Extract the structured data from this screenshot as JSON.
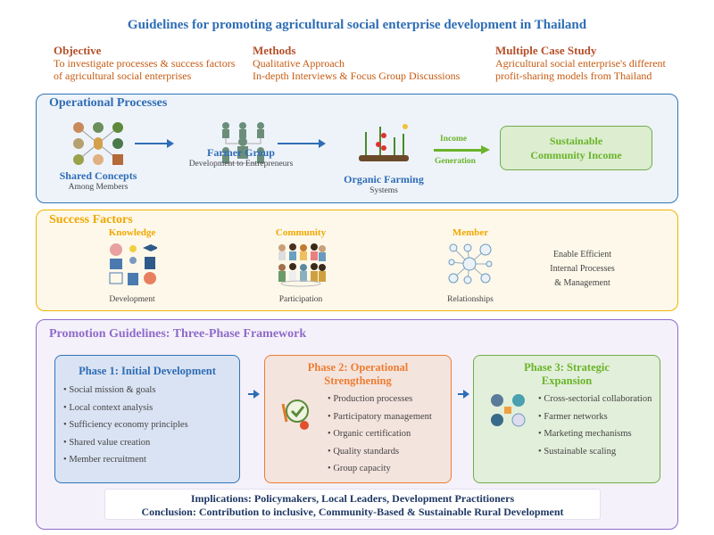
{
  "title": "Guidelines for promoting  agricultural  social enterprise development in Thailand",
  "header": [
    {
      "heading": "Objective",
      "lines": [
        "To investigate processes & success factors",
        "of agricultural social enterprises"
      ]
    },
    {
      "heading": "Methods",
      "lines": [
        "Qualitative Approach",
        "In-depth Interviews & Focus Group Discussions"
      ]
    },
    {
      "heading": "Multiple  Case Study",
      "lines": [
        "Agricultural social enterprise's different",
        "profit-sharing models from Thailand"
      ]
    }
  ],
  "operational": {
    "title": "Operational Processes",
    "steps": [
      {
        "label": "Shared Concepts",
        "sub": "Among Members"
      },
      {
        "label": "Farmer Group",
        "sub": "Development to Entrepreneurs"
      },
      {
        "label": "Organic Farming",
        "sub": "Systems"
      }
    ],
    "arrow_top": "Income",
    "arrow_bottom": "Generation",
    "outcome": [
      "Sustainable",
      "Community Income"
    ]
  },
  "success": {
    "title": "Success Factors",
    "factors": [
      {
        "label": "Knowledge",
        "sub": "Development"
      },
      {
        "label": "Community",
        "sub": "Participation"
      },
      {
        "label": "Member",
        "sub": "Relationships"
      }
    ],
    "result": [
      "Enable Efficient",
      "Internal Processes",
      "& Management"
    ]
  },
  "promotion": {
    "title": "Promotion Guidelines: Three-Phase Framework",
    "phases": [
      {
        "title": [
          "Phase 1: Initial Development"
        ],
        "items": [
          "Social mission & goals",
          "Local context analysis",
          "Sufficiency economy principles",
          "Shared value creation",
          "Member recruitment"
        ]
      },
      {
        "title": [
          "Phase 2: Operational",
          "Strengthening"
        ],
        "items": [
          "Production processes",
          "Participatory management",
          "Organic certification",
          "Quality standards",
          "Group capacity"
        ]
      },
      {
        "title": [
          "Phase 3: Strategic",
          "Expansion"
        ],
        "items": [
          "Cross-sectorial collaboration",
          "Farmer networks",
          "Marketing mechanisms",
          "Sustainable scaling"
        ]
      }
    ],
    "implications": "Implications:  Policymakers,  Local Leaders,  Development  Practitioners",
    "conclusion": "Conclusion: Contribution  to inclusive, Community-Based  & Sustainable Rural Development"
  },
  "colors": {
    "blue": "#2e75b6",
    "gold": "#f0b400",
    "purple": "#8e6bc8",
    "green": "#70ad47",
    "orange": "#ed7d31"
  }
}
